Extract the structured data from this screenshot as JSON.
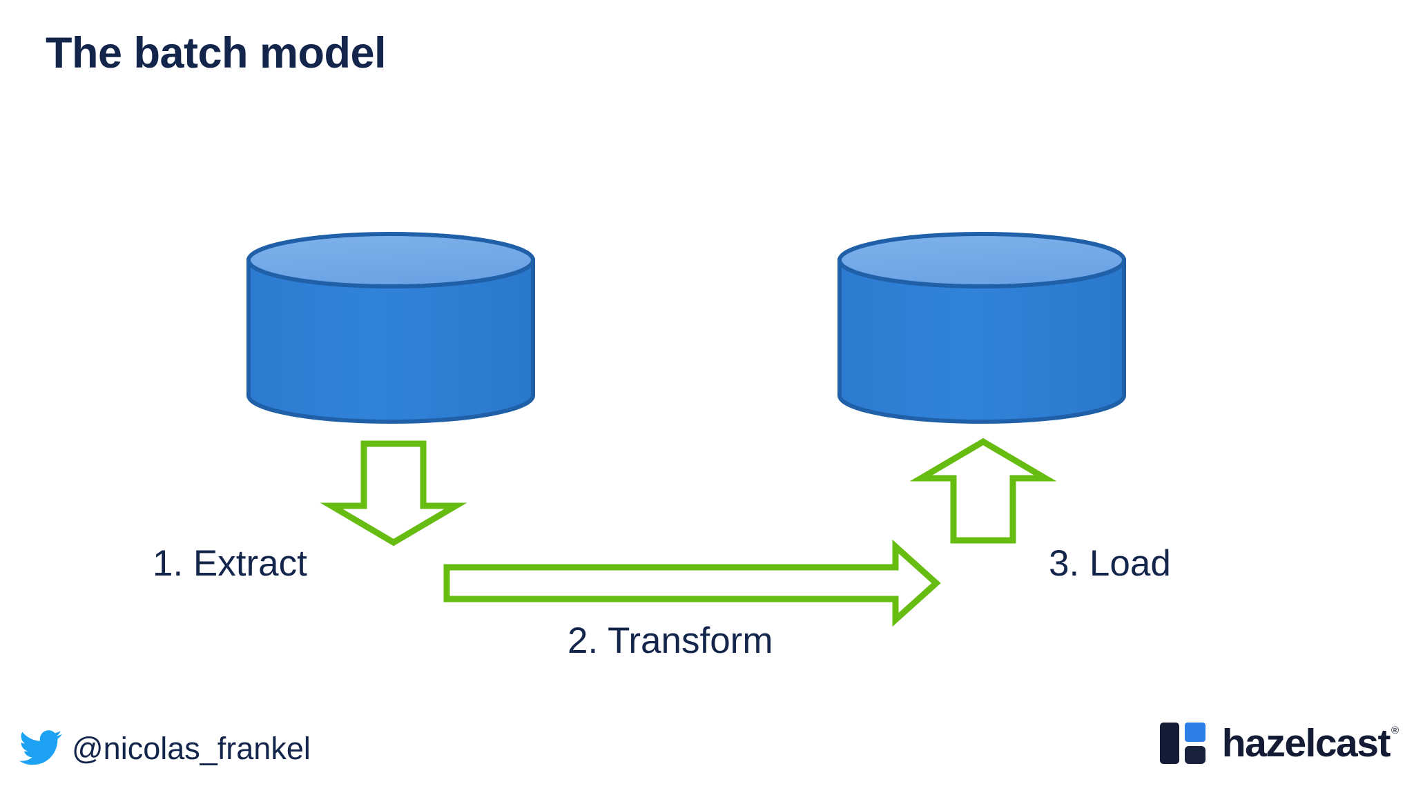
{
  "slide": {
    "title": "The batch model",
    "background_color": "#FFFFFF"
  },
  "diagram": {
    "type": "etl-batch-flow",
    "colors": {
      "cylinder_body": "#2E7FD4",
      "cylinder_top": "#72A9E8",
      "cylinder_stroke": "#1F60A8",
      "arrow_green": "#66BC11",
      "arrow_fill": "#FFFFFF",
      "text_navy": "#14254C"
    },
    "nodes": [
      {
        "id": "source-database",
        "name": "source-database-cylinder",
        "shape": "cylinder"
      },
      {
        "id": "target-database",
        "name": "target-database-cylinder",
        "shape": "cylinder"
      }
    ],
    "arrows": [
      {
        "id": "extract-arrow",
        "name": "extract-down-arrow",
        "direction": "down"
      },
      {
        "id": "transform-arrow",
        "name": "transform-right-arrow",
        "direction": "right"
      },
      {
        "id": "load-arrow",
        "name": "load-up-arrow",
        "direction": "up"
      }
    ],
    "steps": [
      {
        "number": "1",
        "label": "1. Extract"
      },
      {
        "number": "2",
        "label": "2. Transform"
      },
      {
        "number": "3",
        "label": "3. Load"
      }
    ]
  },
  "footer": {
    "twitter_icon": "twitter-bird-icon",
    "handle": "@nicolas_frankel",
    "twitter_color": "#1DA1F2",
    "logo": {
      "mark": "hazelcast-logo-mark",
      "wordmark": "hazelcast",
      "registered": "®",
      "bar_color": "#131C34",
      "square_color": "#2E7FE8"
    }
  }
}
